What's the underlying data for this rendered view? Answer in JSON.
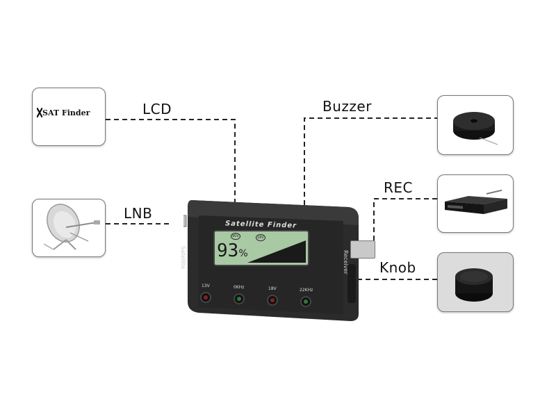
{
  "labels": {
    "lcd": "LCD",
    "lnb": "LNB",
    "buzzer": "Buzzer",
    "rec": "REC",
    "knob": "Knob"
  },
  "logo_box": {
    "text": "SAT Finder"
  },
  "device": {
    "title": "Satellite Finder",
    "left_port_label": "Satellite",
    "right_port_label": "Receiver",
    "lcd_value": "93",
    "lcd_unit": "%",
    "lcd_icon_left": "90V",
    "lcd_icon_right": "18V",
    "buttons": [
      {
        "label": "13V"
      },
      {
        "label": "0KHz"
      },
      {
        "label": "18V"
      },
      {
        "label": "22KHz"
      }
    ]
  },
  "icons": {
    "dish": "satellite-dish-icon",
    "buzzer": "buzzer-icon",
    "receiver": "receiver-box-icon",
    "knob": "knob-icon"
  },
  "colors": {
    "line": "#222222",
    "device_body": "#2b2b2b",
    "lcd_background": "#a9c8a4",
    "lcd_segments": "#1a1a1a"
  }
}
